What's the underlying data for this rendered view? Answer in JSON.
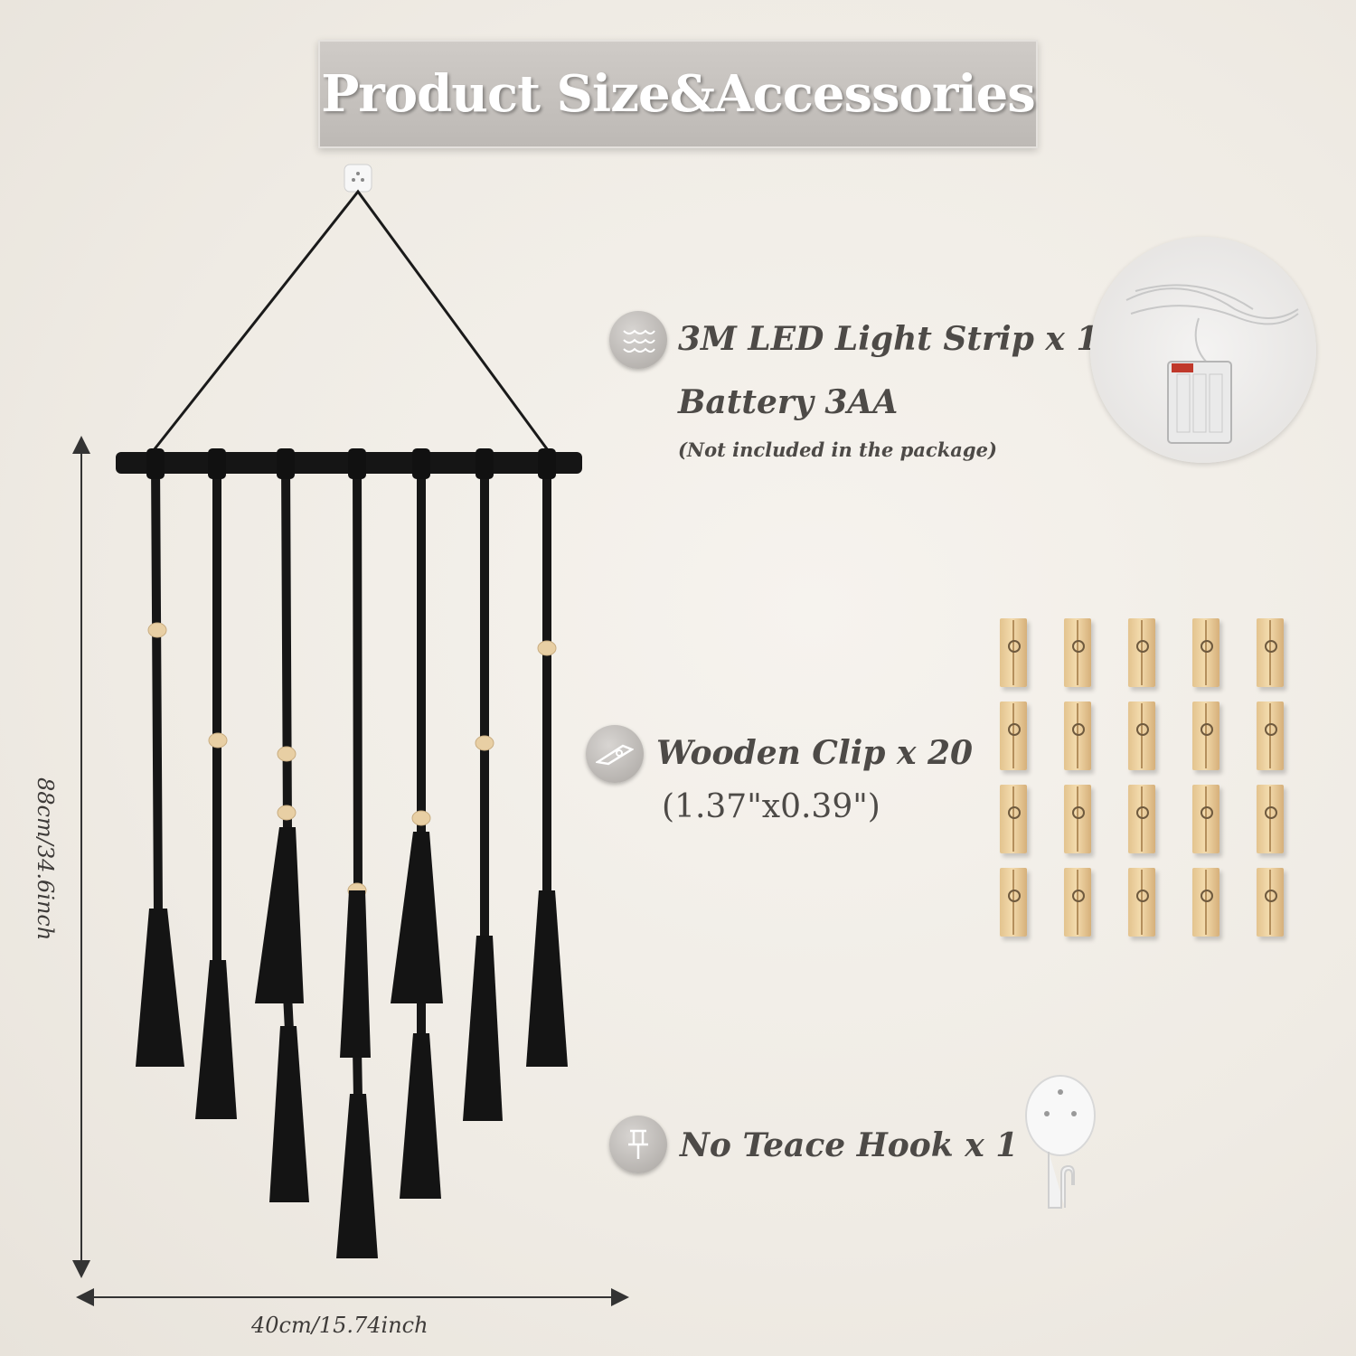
{
  "banner": {
    "title": "Product Size&Accessories"
  },
  "dimensions": {
    "height_label": "88cm/34.6inch",
    "width_label": "40cm/15.74inch"
  },
  "accessories": {
    "light": {
      "icon": "string-lights-icon",
      "title": "3M LED Light Strip x 1",
      "battery": "Battery 3AA",
      "note": "(Not included in the package)"
    },
    "clip": {
      "icon": "clothespin-icon",
      "title": "Wooden Clip x 20",
      "size": "(1.37\"x0.39\")",
      "count": 20
    },
    "hook": {
      "icon": "push-pin-icon",
      "title": "No Teace Hook x 1"
    }
  },
  "colors": {
    "background": "#efebe4",
    "macrame": "#141414",
    "bead": "#e8cfa4",
    "wood_clip": "#ecd09d",
    "banner": "#c6c2be"
  }
}
